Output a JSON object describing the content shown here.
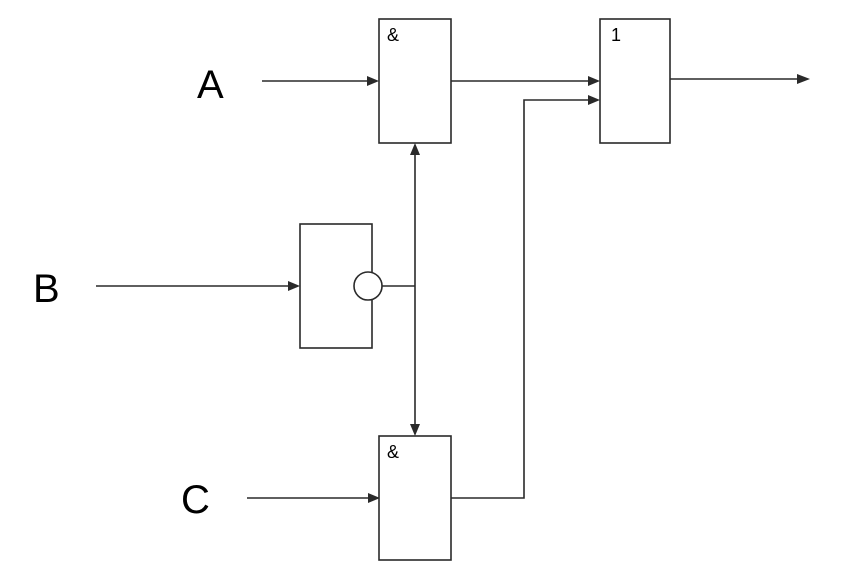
{
  "inputs": {
    "a": "A",
    "b": "B",
    "c": "C"
  },
  "gates": {
    "and_top": "&",
    "and_bottom": "&",
    "or": "1",
    "not": ""
  },
  "colors": {
    "line": "#2a2a2a",
    "background": "#ffffff",
    "text": "#000000"
  }
}
